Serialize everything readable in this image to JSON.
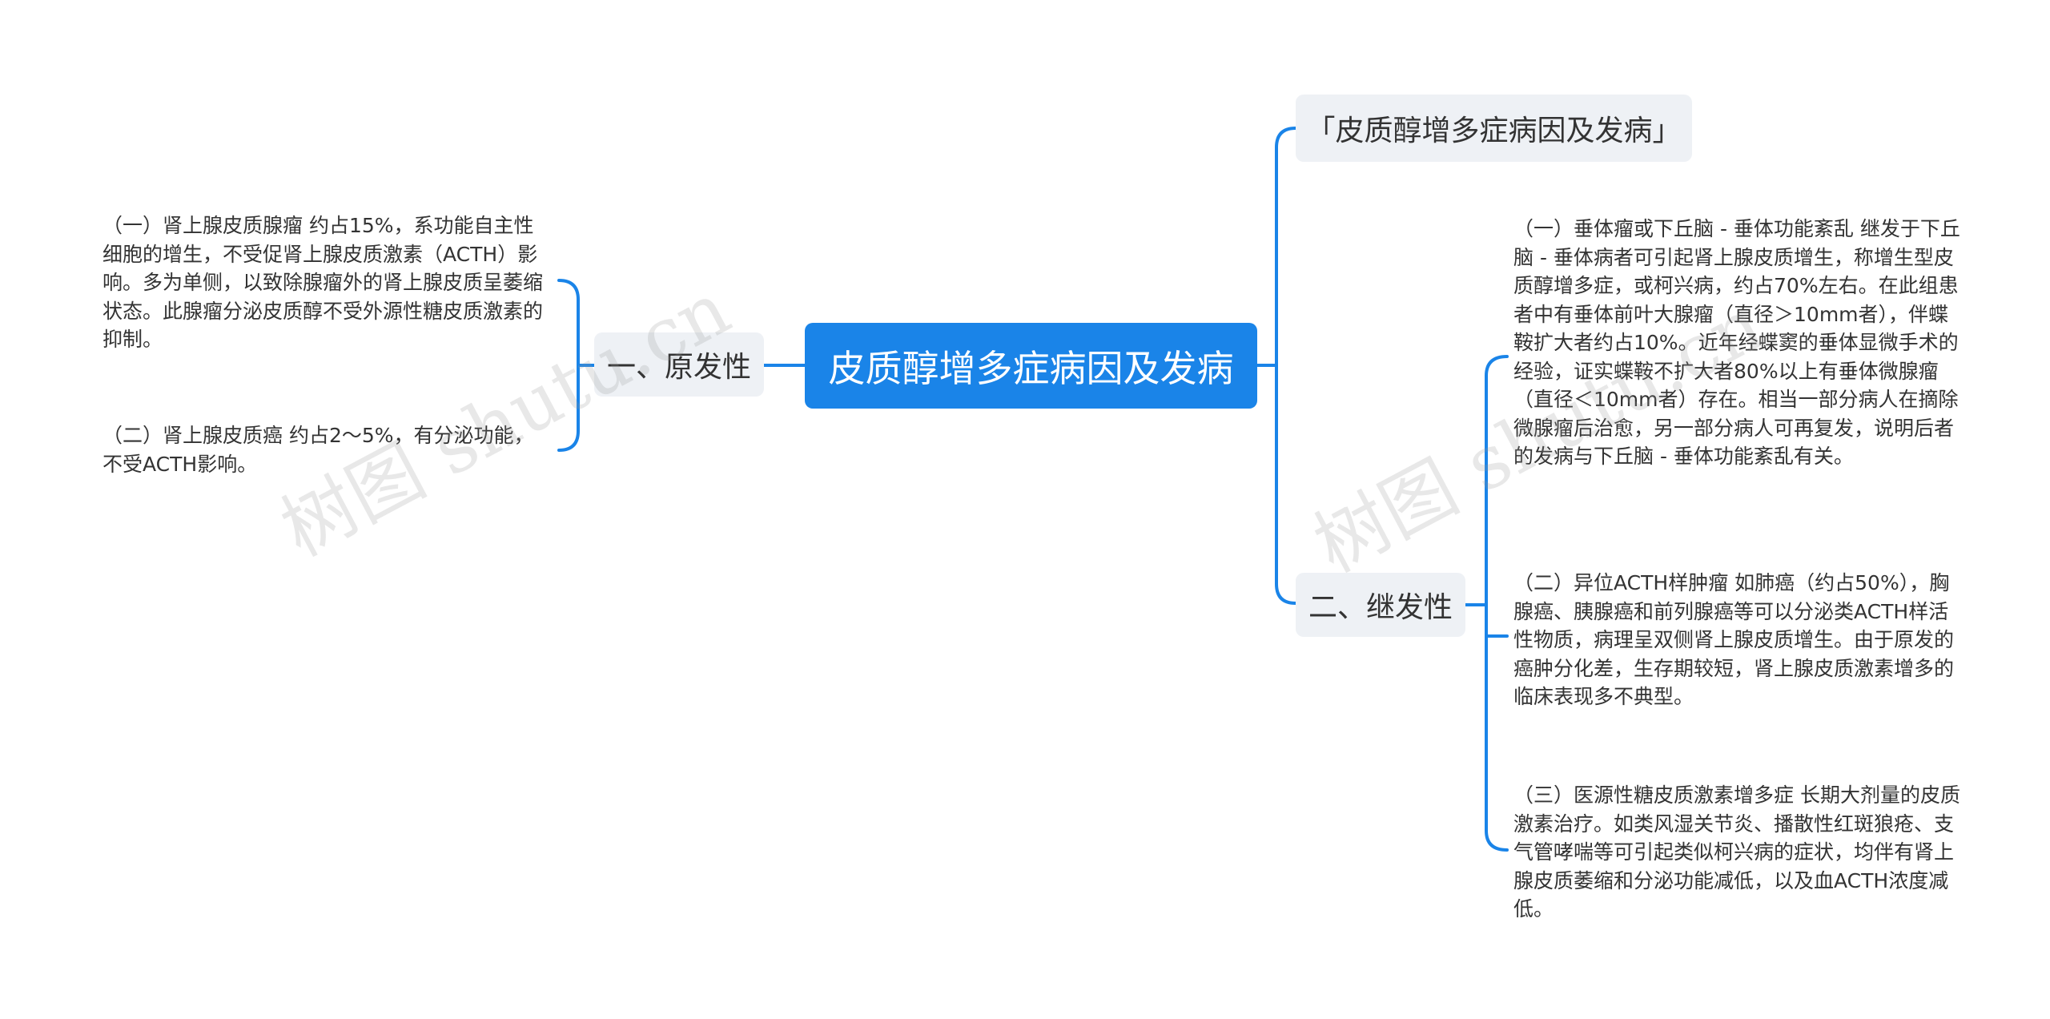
{
  "central": {
    "label": "皮质醇增多症病因及发病"
  },
  "left_branch": {
    "label": "一、原发性",
    "leaves": [
      {
        "text": "（一）肾上腺皮质腺瘤 约占15%，系功能自主性细胞的增生，不受促肾上腺皮质激素（ACTH）影响。多为单侧，以致除腺瘤外的肾上腺皮质呈萎缩状态。此腺瘤分泌皮质醇不受外源性糖皮质激素的抑制。"
      },
      {
        "text": "（二）肾上腺皮质癌 约占2～5%，有分泌功能，不受ACTH影响。"
      }
    ]
  },
  "right_title": {
    "label": "「皮质醇增多症病因及发病」"
  },
  "right_branch": {
    "label": "二、继发性",
    "leaves": [
      {
        "text": "（一）垂体瘤或下丘脑 - 垂体功能紊乱 继发于下丘脑 - 垂体病者可引起肾上腺皮质增生，称增生型皮质醇增多症，或柯兴病，约占70%左右。在此组患者中有垂体前叶大腺瘤（直径＞10mm者），伴蝶鞍扩大者约占10%。近年经蝶窦的垂体显微手术的经验，证实蝶鞍不扩大者80%以上有垂体微腺瘤（直径＜10mm者）存在。相当一部分病人在摘除微腺瘤后治愈，另一部分病人可再复发，说明后者的发病与下丘脑 - 垂体功能紊乱有关。"
      },
      {
        "text": "（二）异位ACTH样肿瘤 如肺癌（约占50%），胸腺癌、胰腺癌和前列腺癌等可以分泌类ACTH样活性物质，病理呈双侧肾上腺皮质增生。由于原发的癌肿分化差，生存期较短，肾上腺皮质激素增多的临床表现多不典型。"
      },
      {
        "text": "（三）医源性糖皮质激素增多症 长期大剂量的皮质激素治疗。如类风湿关节炎、播散性红斑狼疮、支气管哮喘等可引起类似柯兴病的症状，均伴有肾上腺皮质萎缩和分泌功能减低，以及血ACTH浓度减低。"
      }
    ]
  },
  "watermark": {
    "text": "树图 shutu.cn"
  },
  "colors": {
    "connector": "#1a84e8",
    "central_bg": "#1a84e8",
    "topic_bg": "#eef1f5",
    "text": "#333333"
  }
}
